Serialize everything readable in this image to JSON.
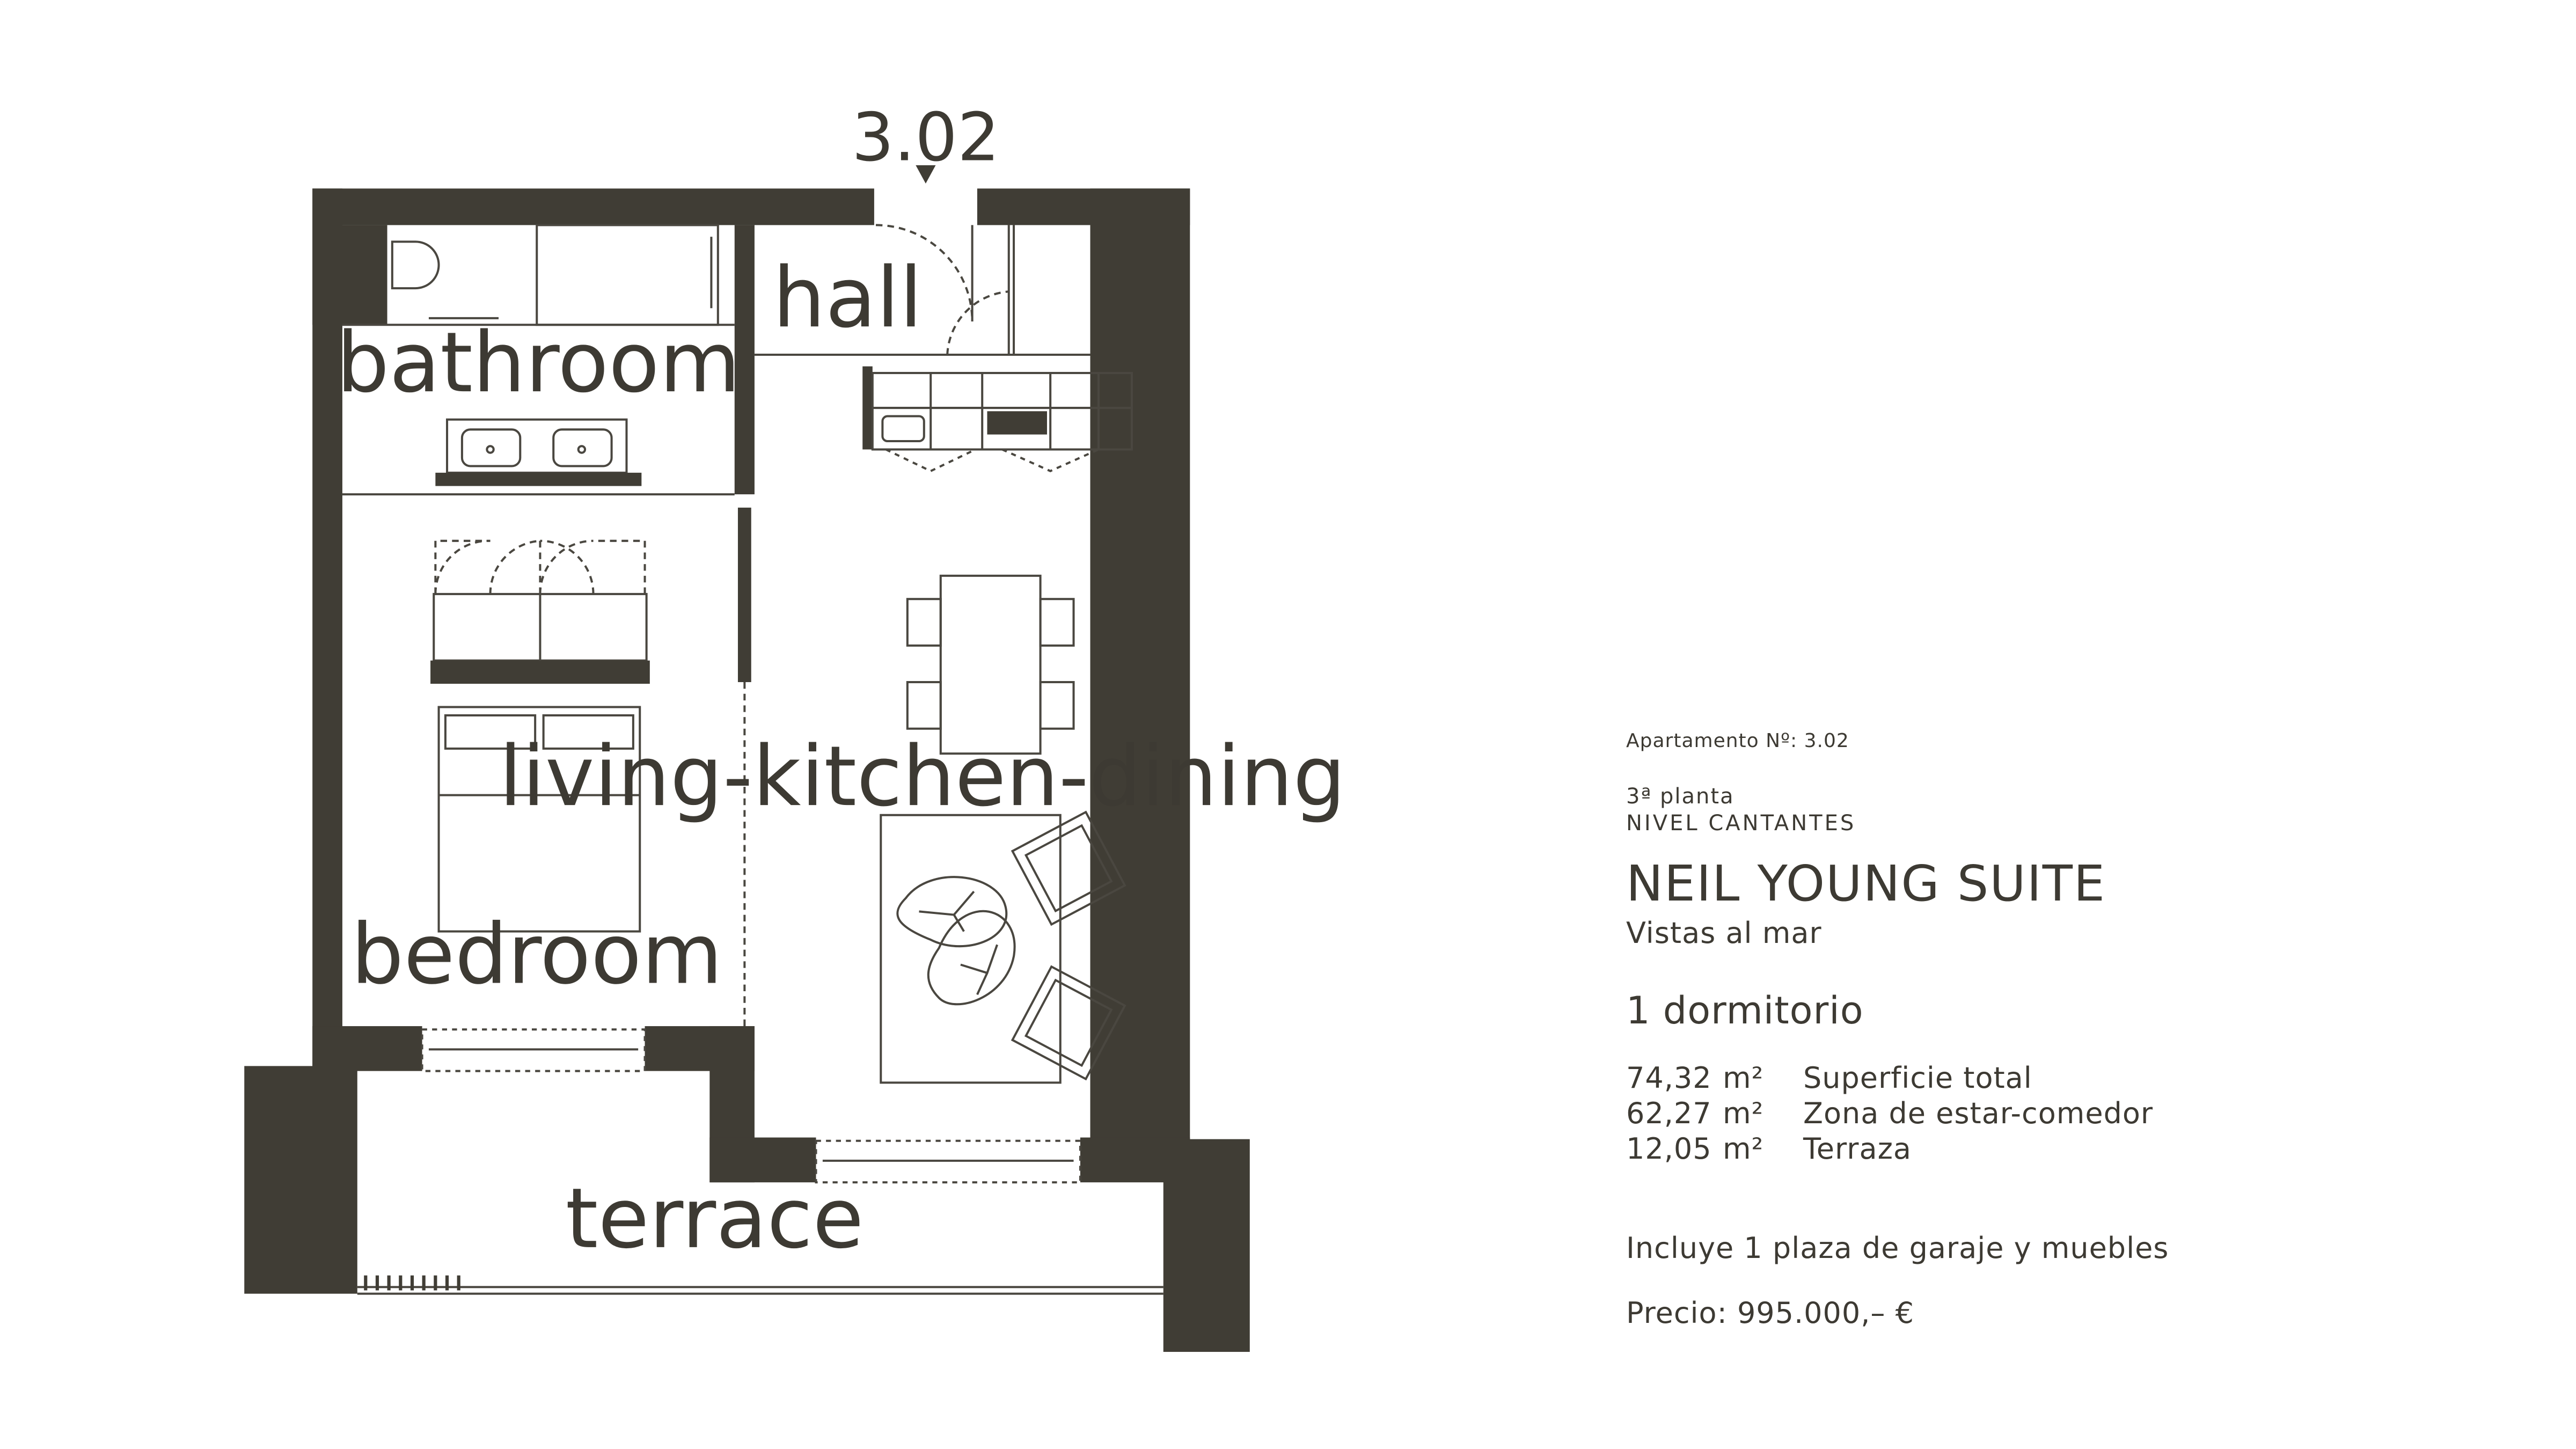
{
  "plan": {
    "unit_marker": "3.02",
    "rooms": {
      "hall": "hall",
      "bathroom": "bathroom",
      "bedroom": "bedroom",
      "living": "living-kitchen-dining",
      "terrace": "terrace"
    },
    "colors": {
      "wall": "#403d35",
      "line": "#4a4740",
      "background": "#ffffff"
    }
  },
  "info": {
    "apartment_number": "Apartamento Nº: 3.02",
    "floor": "3ª planta",
    "level": "NIVEL CANTANTES",
    "title": "NEIL YOUNG SUITE",
    "views": "Vistas al mar",
    "bedrooms": "1 dormitorio",
    "areas": [
      {
        "value": "74,32",
        "unit": "m²",
        "label": "Superficie total"
      },
      {
        "value": "62,27",
        "unit": "m²",
        "label": "Zona de estar-comedor"
      },
      {
        "value": "12,05",
        "unit": "m²",
        "label": "Terraza"
      }
    ],
    "includes": "Incluye 1 plaza de garaje y muebles",
    "price": "Precio: 995.000,– €"
  }
}
